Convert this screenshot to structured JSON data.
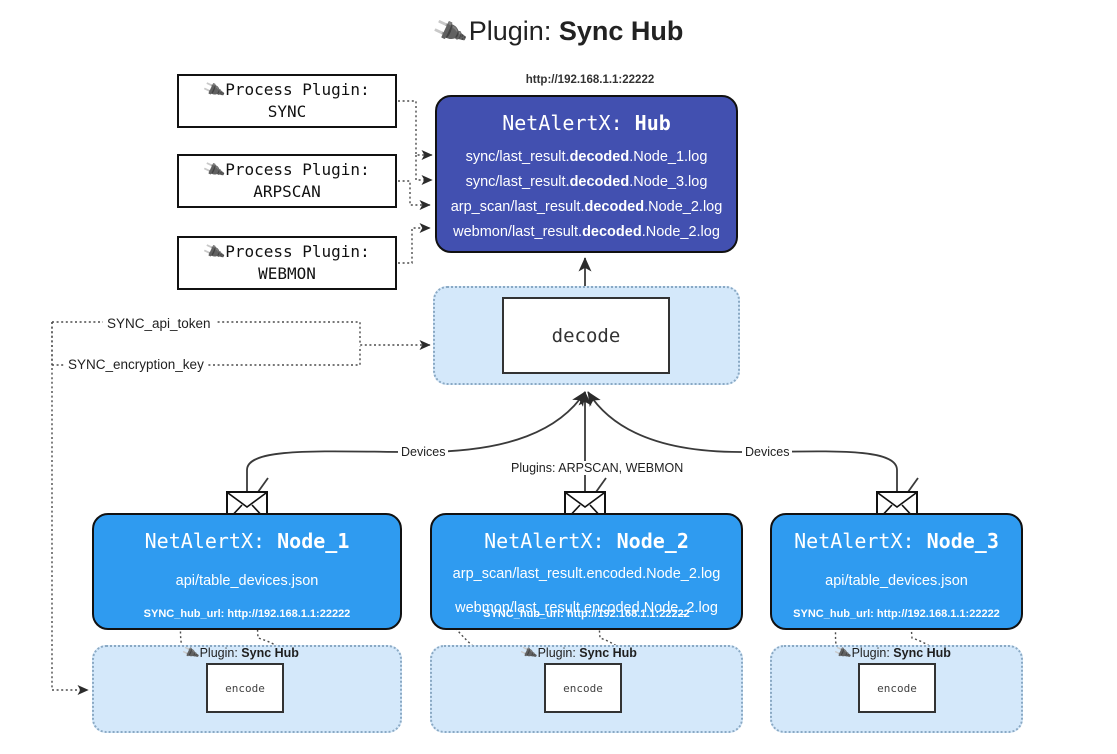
{
  "title": {
    "icon": "plug-icon",
    "prefix": "Plugin:",
    "name": "Sync Hub"
  },
  "process_plugins": [
    {
      "icon": "plug-icon",
      "label": "Process Plugin:",
      "name": "SYNC"
    },
    {
      "icon": "plug-icon",
      "label": "Process Plugin:",
      "name": "ARPSCAN"
    },
    {
      "icon": "plug-icon",
      "label": "Process Plugin:",
      "name": "WEBMON"
    }
  ],
  "hub": {
    "url": "http://192.168.1.1:22222",
    "title_prefix": "NetAlertX:",
    "title_name": "Hub",
    "lines": [
      {
        "pre": "sync/last_result.",
        "bold": "decoded",
        "post": ".Node_1.log"
      },
      {
        "pre": "sync/last_result.",
        "bold": "decoded",
        "post": ".Node_3.log"
      },
      {
        "pre": "arp_scan/last_result.",
        "bold": "decoded",
        "post": ".Node_2.log"
      },
      {
        "pre": "webmon/last_result.",
        "bold": "decoded",
        "post": ".Node_2.log"
      }
    ]
  },
  "decode": {
    "label": "decode"
  },
  "tokens": {
    "api_token": "SYNC_api_token",
    "encryption_key": "SYNC_encryption_key"
  },
  "edge_labels": {
    "devices_left": "Devices",
    "devices_right": "Devices",
    "plugins_center": "Plugins: ARPSCAN, WEBMON"
  },
  "nodes": [
    {
      "title_prefix": "NetAlertX:",
      "title_name": "Node_1",
      "lines": [
        "api/table_devices.json"
      ],
      "footer": "SYNC_hub_url: http://192.168.1.1:22222",
      "envelope_icon": "envelope-icon"
    },
    {
      "title_prefix": "NetAlertX:",
      "title_name": "Node_2",
      "lines": [
        "arp_scan/last_result.encoded.Node_2.log",
        "webmon/last_result.encoded.Node_2.log"
      ],
      "footer": "SYNC_hub_url: http://192.168.1.1:22222",
      "envelope_icon": "envelope-icon"
    },
    {
      "title_prefix": "NetAlertX:",
      "title_name": "Node_3",
      "lines": [
        "api/table_devices.json"
      ],
      "footer": "SYNC_hub_url: http://192.168.1.1:22222",
      "envelope_icon": "envelope-icon"
    }
  ],
  "encoders": [
    {
      "icon": "plug-icon",
      "label_prefix": "Plugin:",
      "label_name": "Sync Hub",
      "box": "encode"
    },
    {
      "icon": "plug-icon",
      "label_prefix": "Plugin:",
      "label_name": "Sync Hub",
      "box": "encode"
    },
    {
      "icon": "plug-icon",
      "label_prefix": "Plugin:",
      "label_name": "Sync Hub",
      "box": "encode"
    }
  ],
  "colors": {
    "hub": "#4250b0",
    "node": "#2f9bf0",
    "container": "#d4e8fa",
    "container_border": "#8aa9c4",
    "stroke": "#333333",
    "background": "#ffffff"
  }
}
